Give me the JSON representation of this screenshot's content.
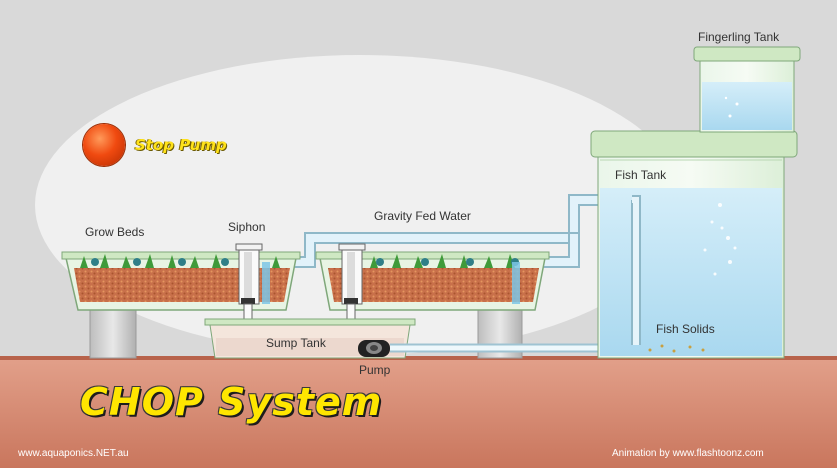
{
  "controls": {
    "stop_pump_label": "Stop Pump"
  },
  "labels": {
    "fingerling_tank": "Fingerling Tank",
    "fish_tank": "Fish Tank",
    "grow_beds": "Grow Beds",
    "siphon": "Siphon",
    "gravity_fed_water": "Gravity Fed Water",
    "sump_tank": "Sump Tank",
    "pump": "Pump",
    "fish_solids": "Fish Solids"
  },
  "title": "CHOP System",
  "footer": {
    "left": "www.aquaponics.NET.au",
    "right": "Animation by www.flashtoonz.com"
  },
  "colors": {
    "ground": "#d98f78",
    "water": "#bfe3f5",
    "tank_rim": "#cfe8c3",
    "gravel": "#c8704a",
    "title": "#ffe600"
  }
}
